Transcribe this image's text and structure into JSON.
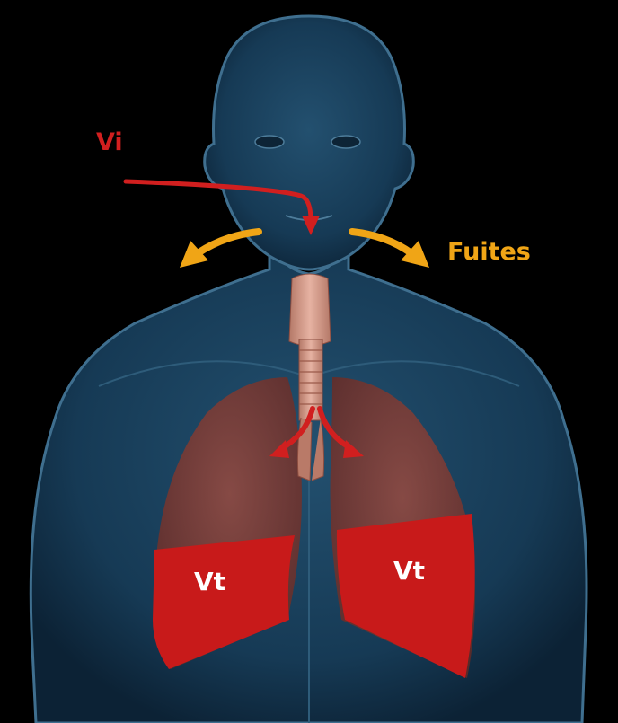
{
  "labels": {
    "vi": "Vi",
    "fuites": "Fuites",
    "vt_left": "Vt",
    "vt_right": "Vt"
  },
  "colors": {
    "background": "#000000",
    "body_fill": "#15324a",
    "body_edge": "#3f6f8f",
    "lung_fill": "#7a3430",
    "trachea": "#d49a8a",
    "tidal_volume": "#c81a1a",
    "inspired_arrow": "#d11f1f",
    "leak_arrow": "#f0a516",
    "label_white": "#ffffff"
  },
  "icons": {
    "inspired_arrow": "arrow-down-icon",
    "leak_arrows": "curved-arrow-icon",
    "airway_arrows": "branching-arrow-icon"
  }
}
